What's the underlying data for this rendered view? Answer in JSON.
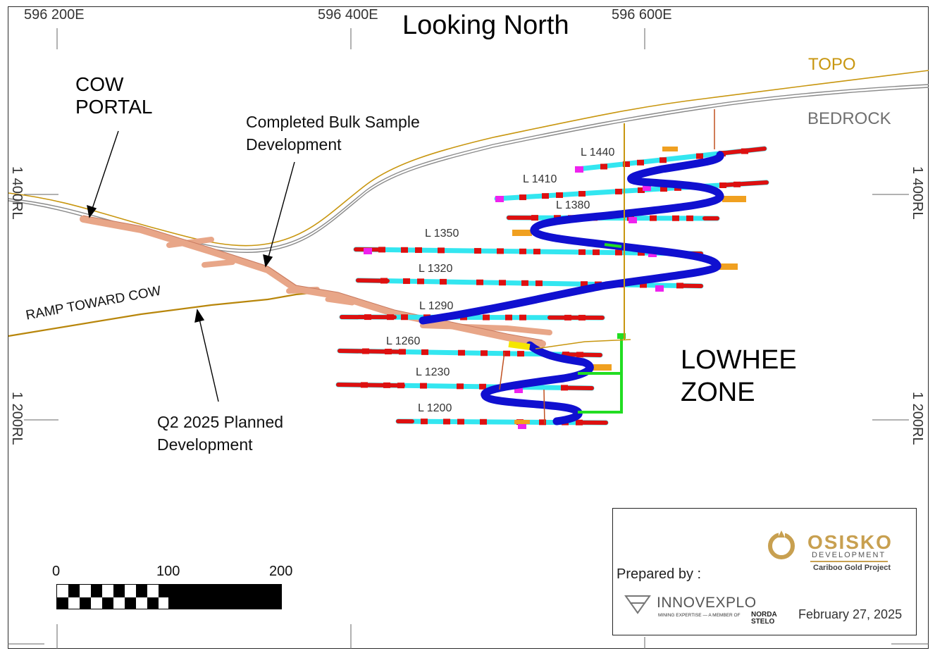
{
  "title": "Looking North",
  "eastings": [
    "596 200E",
    "596 400E",
    "596 600E"
  ],
  "elevations": [
    "1 400RL",
    "1 200RL"
  ],
  "surfaces": {
    "topo": "TOPO",
    "bedrock": "BEDROCK"
  },
  "labels": {
    "portal": "COW\nPORTAL",
    "bulk_sample": "Completed Bulk Sample\nDevelopment",
    "ramp": "RAMP TOWARD COW",
    "planned": "Q2 2025 Planned\nDevelopment",
    "zone": "LOWHEE\nZONE"
  },
  "levels": [
    "L 1440",
    "L 1410",
    "L 1380",
    "L 1350",
    "L 1320",
    "L 1290",
    "L 1260",
    "L 1230",
    "L 1200"
  ],
  "scale_bar": {
    "ticks": [
      "0",
      "100",
      "200"
    ]
  },
  "legend": {
    "prepared_by": "Prepared by :",
    "company_brand": "OSISKO",
    "company_sub": "DEVELOPMENT",
    "project": "Cariboo Gold Project",
    "consultant": "INNOVEXPLO",
    "consultant_tag": "MINING EXPERTISE — A MEMBER OF",
    "parent": "NORDA STELO",
    "date": "February 27, 2025"
  },
  "colors": {
    "topo": "#c8960f",
    "bedrock": "#8a8a8a",
    "drift": "#33e6f0",
    "ramp_spiral": "#1010d0",
    "stope_red": "#dd1010",
    "bulk_sample": "#e8a688",
    "raise_green": "#22dd22",
    "magenta": "#ee22ee",
    "orange": "#f0a020"
  }
}
